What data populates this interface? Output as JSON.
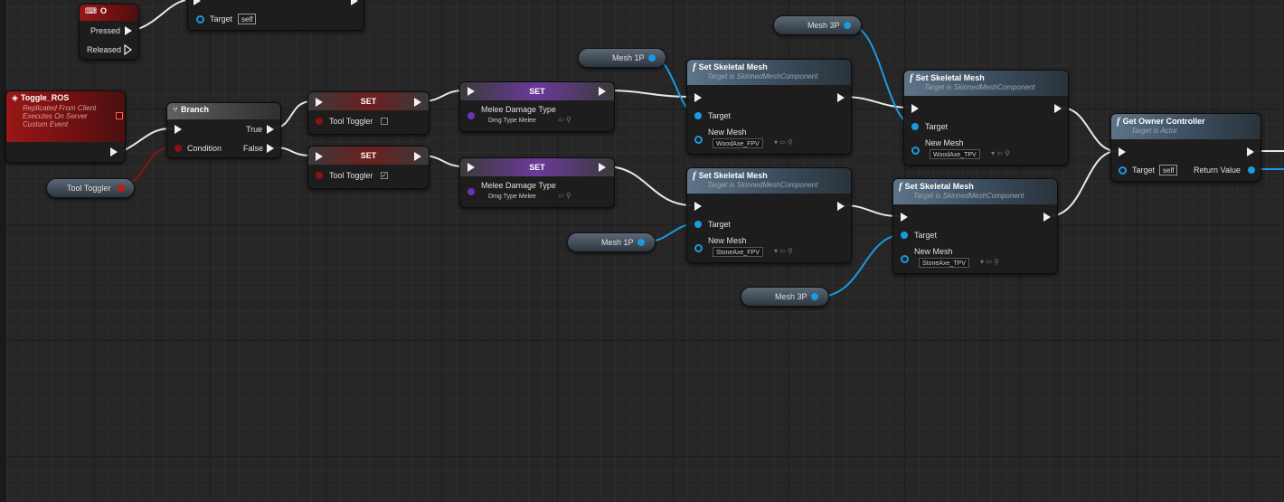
{
  "event_key": {
    "title": "O",
    "pressed": "Pressed",
    "released": "Released"
  },
  "top_node": {
    "target": "Target",
    "self": "self"
  },
  "event_ros": {
    "title": "Toggle_ROS",
    "desc1": "Replicated From Client",
    "desc2": "Executes On Server",
    "desc3": "Custom Event"
  },
  "branch": {
    "title": "Branch",
    "condition": "Condition",
    "true_label": "True",
    "false_label": "False"
  },
  "tool_toggler_var": {
    "label": "Tool Toggler"
  },
  "set_bool_1": {
    "title": "SET",
    "pin": "Tool Toggler",
    "checked": false
  },
  "set_bool_2": {
    "title": "SET",
    "pin": "Tool Toggler",
    "checked": true
  },
  "set_dmg_1": {
    "title": "SET",
    "pin": "Melee Damage Type",
    "value": "Dmg Type Melee"
  },
  "set_dmg_2": {
    "title": "SET",
    "pin": "Melee Damage Type",
    "value": "Dmg Type Melee"
  },
  "mesh_vars": {
    "mesh1p_top": "Mesh 1P",
    "mesh1p_bottom": "Mesh 1P",
    "mesh3p_top": "Mesh 3P",
    "mesh3p_bottom": "Mesh 3P"
  },
  "ssm_1": {
    "title": "Set Skeletal Mesh",
    "subtitle": "Target is SkinnedMeshComponent",
    "target": "Target",
    "new_mesh": "New Mesh",
    "mesh_value": "WoodAxe_FPV"
  },
  "ssm_2": {
    "title": "Set Skeletal Mesh",
    "subtitle": "Target is SkinnedMeshComponent",
    "target": "Target",
    "new_mesh": "New Mesh",
    "mesh_value": "StoneAxe_FPV"
  },
  "ssm_3": {
    "title": "Set Skeletal Mesh",
    "subtitle": "Target is SkinnedMeshComponent",
    "target": "Target",
    "new_mesh": "New Mesh",
    "mesh_value": "WoodAxe_TPV"
  },
  "ssm_4": {
    "title": "Set Skeletal Mesh",
    "subtitle": "Target is SkinnedMeshComponent",
    "target": "Target",
    "new_mesh": "New Mesh",
    "mesh_value": "StoneAxe_TPV"
  },
  "get_owner": {
    "title": "Get Owner Controller",
    "subtitle": "Target is Actor",
    "target": "Target",
    "self": "self",
    "return": "Return Value"
  },
  "colors": {
    "exec": "#f0f0f0",
    "object": "#1a9ae0",
    "bool": "#8a1212",
    "byte": "#6b34b8",
    "function_header": "#5e7488",
    "event_header": "#9a1717"
  }
}
